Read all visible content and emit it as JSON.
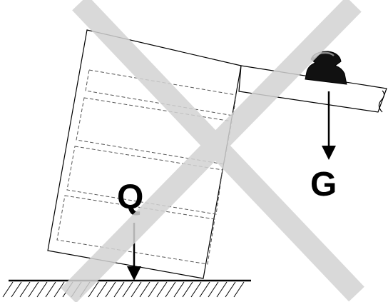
{
  "forces": {
    "load_label": "G",
    "cabinet_weight_label": "Q"
  },
  "colors": {
    "prohibition_cross": "#d3d3d3",
    "ink": "#000000",
    "background": "#ffffff"
  },
  "icons": [
    "prohibition-cross",
    "counterweight-icon",
    "ground-hatching"
  ]
}
